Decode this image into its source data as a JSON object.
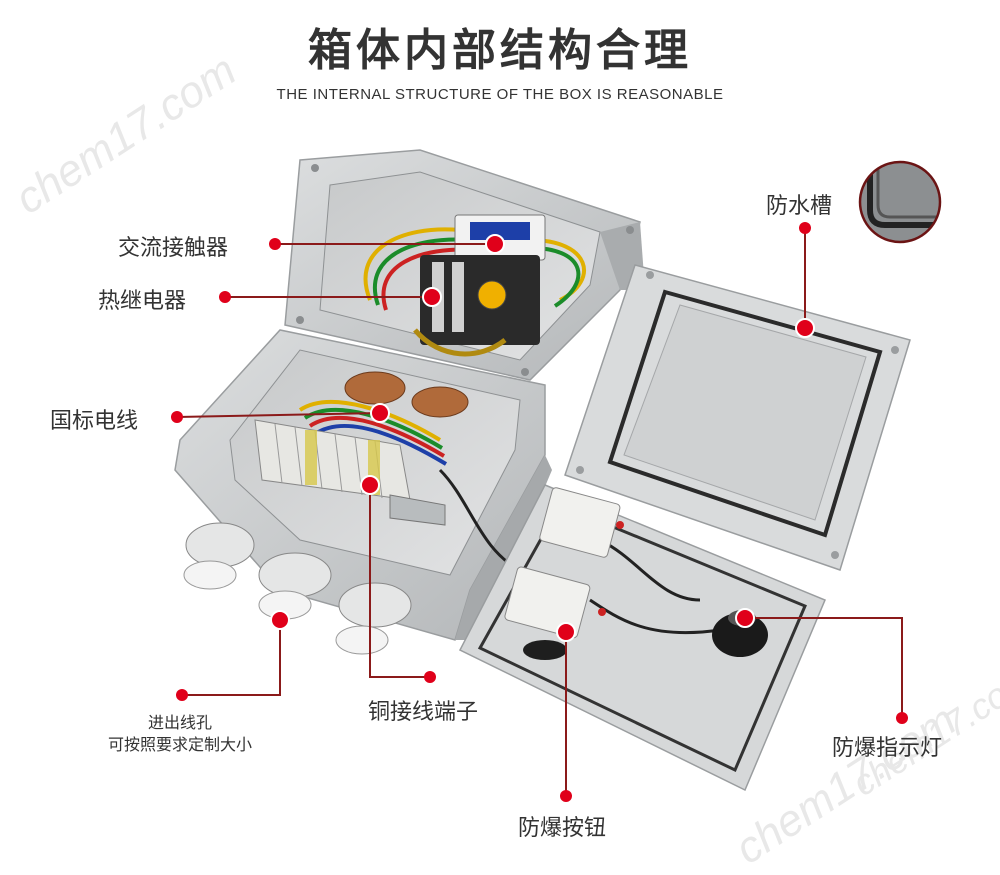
{
  "title": "箱体内部结构合理",
  "subtitle": "THE INTERNAL STRUCTURE OF THE BOX IS REASONABLE",
  "watermark": "chem17.com",
  "colors": {
    "marker": "#e0001a",
    "leader": "#8b1a1a",
    "text": "#333333",
    "metal": "#c9cbcc"
  },
  "labels": {
    "contactor": "交流接触器",
    "thermal_relay": "热继电器",
    "wire": "国标电线",
    "water_groove": "防水槽",
    "entry_holes": "进出线孔",
    "entry_holes_note": "可按照要求定制大小",
    "copper_terminal": "铜接线端子",
    "button": "防爆按钮",
    "indicator": "防爆指示灯"
  }
}
